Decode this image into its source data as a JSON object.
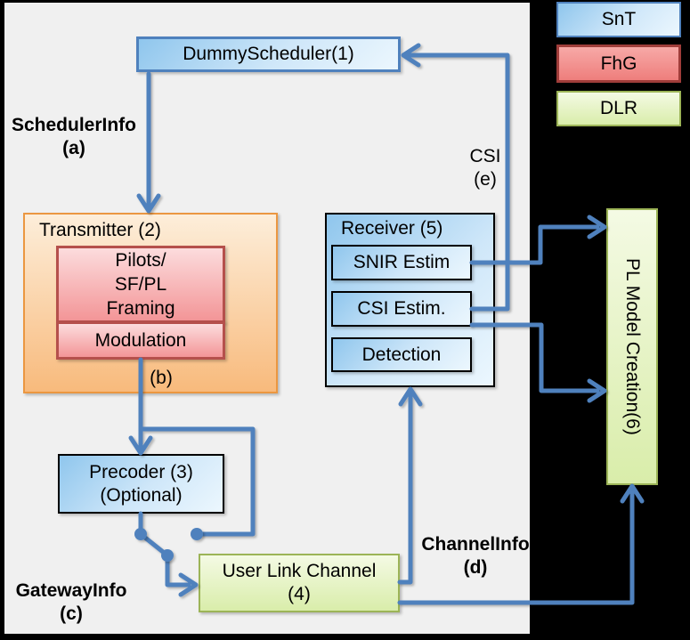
{
  "diagram": {
    "boxes": {
      "dummy_scheduler": {
        "label": "DummyScheduler(1)"
      },
      "transmitter": {
        "label": "Transmitter (2)"
      },
      "pilots_framing": {
        "line1": "Pilots/",
        "line2": "SF/PL",
        "line3": "Framing"
      },
      "modulation": {
        "label": "Modulation"
      },
      "precoder": {
        "line1": "Precoder (3)",
        "line2": "(Optional)"
      },
      "user_link_channel": {
        "line1": "User Link Channel",
        "line2": "(4)"
      },
      "receiver": {
        "label": "Receiver (5)"
      },
      "snir_estim": {
        "label": "SNIR Estim"
      },
      "csi_estim": {
        "label": "CSI Estim."
      },
      "detection": {
        "label": "Detection"
      },
      "pl_model_creation": {
        "label": "PL Model Creation(6)"
      }
    },
    "flow_labels": {
      "scheduler_info": {
        "line1": "SchedulerInfo",
        "line2": "(a)"
      },
      "b": {
        "line1": "(b)"
      },
      "gateway_info": {
        "line1": "GatewayInfo",
        "line2": "(c)"
      },
      "channel_info": {
        "line1": "ChannelInfo",
        "line2": "(d)"
      },
      "csi": {
        "line1": "CSI",
        "line2": "(e)"
      }
    },
    "legend": {
      "snt": {
        "label": "SnT",
        "color": "#bfe1f5"
      },
      "fhg": {
        "label": "FhG",
        "color": "#ee7e7c"
      },
      "dlr": {
        "label": "DLR",
        "color": "#d9edaa"
      }
    },
    "colors": {
      "background": "#000000",
      "panel": "#f0f0f0",
      "connector": "#4f81bd",
      "text": "#000000"
    }
  }
}
